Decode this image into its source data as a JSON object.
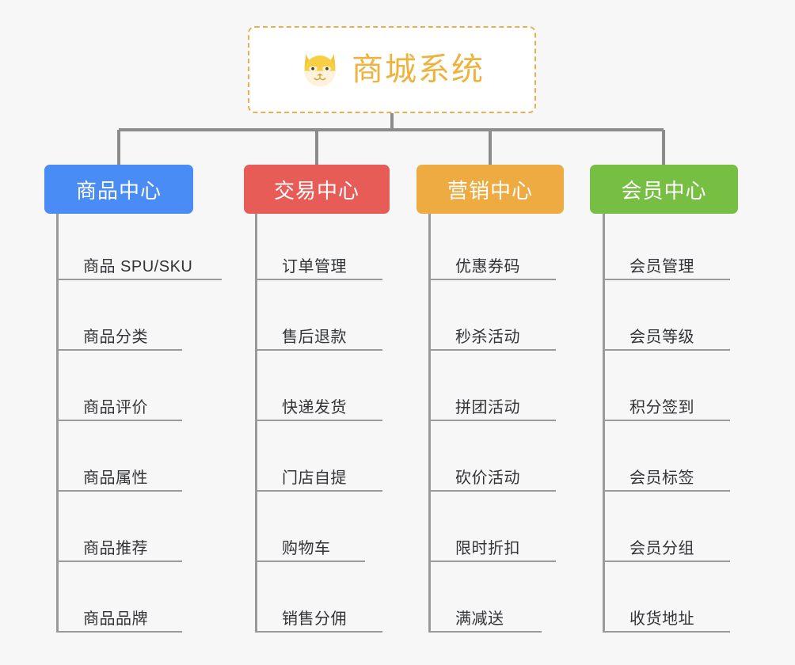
{
  "canvas": {
    "background": "#f7f7f7",
    "connector_color": "#8c8c8c"
  },
  "root": {
    "title": "商城系统",
    "icon": "shiba-dog-face-icon",
    "border_color": "#eead4b",
    "text_color": "#eeb33f",
    "background": "#ffffff"
  },
  "categories": [
    {
      "id": "product-center",
      "label": "商品中心",
      "color": "#4a8cf5",
      "items": [
        "商品 SPU/SKU",
        "商品分类",
        "商品评价",
        "商品属性",
        "商品推荐",
        "商品品牌"
      ]
    },
    {
      "id": "trade-center",
      "label": "交易中心",
      "color": "#e85c57",
      "items": [
        "订单管理",
        "售后退款",
        "快递发货",
        "门店自提",
        "购物车",
        "销售分佣"
      ]
    },
    {
      "id": "marketing-center",
      "label": "营销中心",
      "color": "#edab42",
      "items": [
        "优惠券码",
        "秒杀活动",
        "拼团活动",
        "砍价活动",
        "限时折扣",
        "满减送"
      ]
    },
    {
      "id": "member-center",
      "label": "会员中心",
      "color": "#76bf43",
      "items": [
        "会员管理",
        "会员等级",
        "积分签到",
        "会员标签",
        "会员分组",
        "收货地址"
      ]
    }
  ]
}
